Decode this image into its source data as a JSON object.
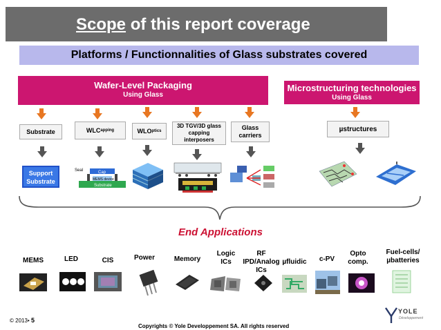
{
  "title": {
    "underlined": "Scope",
    "rest": " of this report coverage"
  },
  "banner": "Platforms / Functionnalities of Glass substrates covered",
  "wlp": {
    "main": "Wafer-Level Packaging",
    "sub": "Using Glass"
  },
  "micro": {
    "main": "Microstructuring technologies",
    "sub": "Using Glass"
  },
  "categories": {
    "substrate": "Substrate",
    "wlcap_main": "WLC",
    "wlcap_sub": "apping",
    "wlo_main": "WLO",
    "wlo_sub": "ptics",
    "tgv": "3D TGV/3D glass capping interposers",
    "carriers": "Glass carriers",
    "ustructures": "µstructures"
  },
  "support": "Support Substrate",
  "wlcap_diagram": {
    "seal": "Seal",
    "cap": "Cap",
    "device": "MEMS device",
    "substrate": "Substrate"
  },
  "end_applications": "End Applications",
  "apps": {
    "mems": "MEMS",
    "led": "LED",
    "cis": "CIS",
    "power": "Power",
    "memory": "Memory",
    "logic": "Logic ICs",
    "rf": "RF IPD/Analog ICs",
    "ufluidic": "µfluidic",
    "cpv": "c-PV",
    "opto": "Opto comp.",
    "fuel": "Fuel-cells/ µbatteries"
  },
  "footer": {
    "year": "© 2013•",
    "page": "5",
    "copyright": "Copyrights © Yole Developpement SA. All rights reserved"
  },
  "logo": {
    "name": "YOLE",
    "sub": "Développement"
  },
  "colors": {
    "title_bg": "#6c6c6c",
    "banner_bg": "#b8b8ec",
    "magenta": "#cc1670",
    "orange_arrow": "#e87722",
    "end_apps": "#cc1133"
  }
}
